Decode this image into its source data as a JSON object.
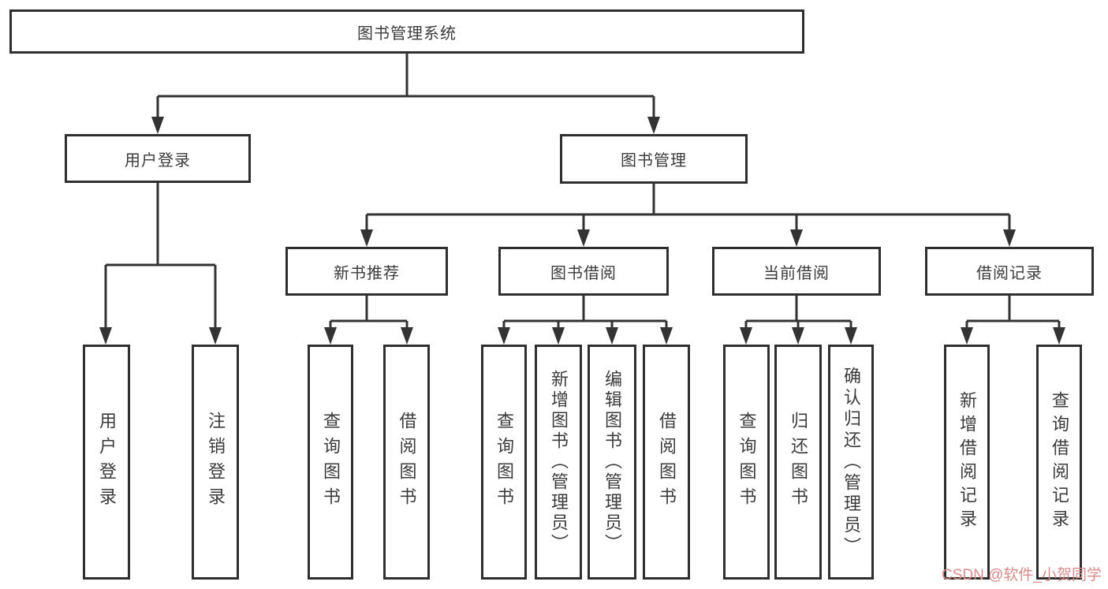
{
  "diagram_type": "hierarchy-tree",
  "root": {
    "id": "library-management-system",
    "label": "图书管理系统"
  },
  "level2": [
    {
      "id": "user-login",
      "label": "用户登录",
      "parent": "library-management-system"
    },
    {
      "id": "book-management",
      "label": "图书管理",
      "parent": "library-management-system"
    }
  ],
  "level3": [
    {
      "id": "new-book-recommend",
      "label": "新书推荐",
      "parent": "book-management"
    },
    {
      "id": "book-borrowing",
      "label": "图书借阅",
      "parent": "book-management"
    },
    {
      "id": "current-borrowing",
      "label": "当前借阅",
      "parent": "book-management"
    },
    {
      "id": "borrowing-records",
      "label": "借阅记录",
      "parent": "book-management"
    }
  ],
  "leaves": [
    {
      "label": "用户登录",
      "parent": "user-login"
    },
    {
      "label": "注销登录",
      "parent": "user-login"
    },
    {
      "label": "查询图书",
      "parent": "new-book-recommend"
    },
    {
      "label": "借阅图书",
      "parent": "new-book-recommend"
    },
    {
      "label": "查询图书",
      "parent": "book-borrowing"
    },
    {
      "label": "新增图书（管理员）",
      "parent": "book-borrowing"
    },
    {
      "label": "编辑图书（管理员）",
      "parent": "book-borrowing"
    },
    {
      "label": "借阅图书",
      "parent": "book-borrowing"
    },
    {
      "label": "查询图书",
      "parent": "current-borrowing"
    },
    {
      "label": "归还图书",
      "parent": "current-borrowing"
    },
    {
      "label": "确认归还（管理员）",
      "parent": "current-borrowing"
    },
    {
      "label": "新增借阅记录",
      "parent": "borrowing-records"
    },
    {
      "label": "查询借阅记录",
      "parent": "borrowing-records"
    }
  ],
  "watermark": {
    "text": "CSDN @软件_小贺同学"
  },
  "colors": {
    "border": "#2f2f2f",
    "line": "#333333",
    "text": "#3b3b3b",
    "watermark": "#d98c8a",
    "bg": "#ffffff"
  }
}
